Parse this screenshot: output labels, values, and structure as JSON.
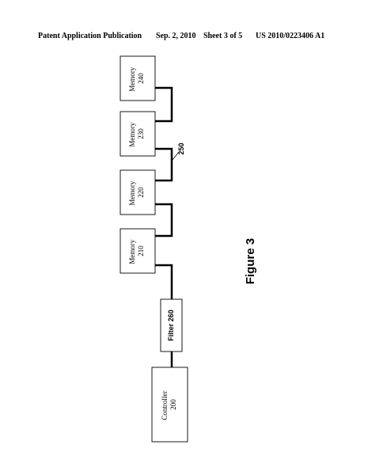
{
  "header": {
    "publication": "Patent Application Publication",
    "date": "Sep. 2, 2010",
    "sheet": "Sheet 3 of 5",
    "number": "US 2010/0223406 A1"
  },
  "blocks": {
    "controller": {
      "name": "Controller",
      "ref": "200"
    },
    "filter": {
      "label": "Filter 260"
    },
    "memory_210": {
      "name": "Memory",
      "ref": "210"
    },
    "memory_220": {
      "name": "Memory",
      "ref": "220"
    },
    "memory_230": {
      "name": "Memory",
      "ref": "230"
    },
    "memory_240": {
      "name": "Memory",
      "ref": "240"
    }
  },
  "bus_label": "250",
  "figure_label": "Figure 3"
}
